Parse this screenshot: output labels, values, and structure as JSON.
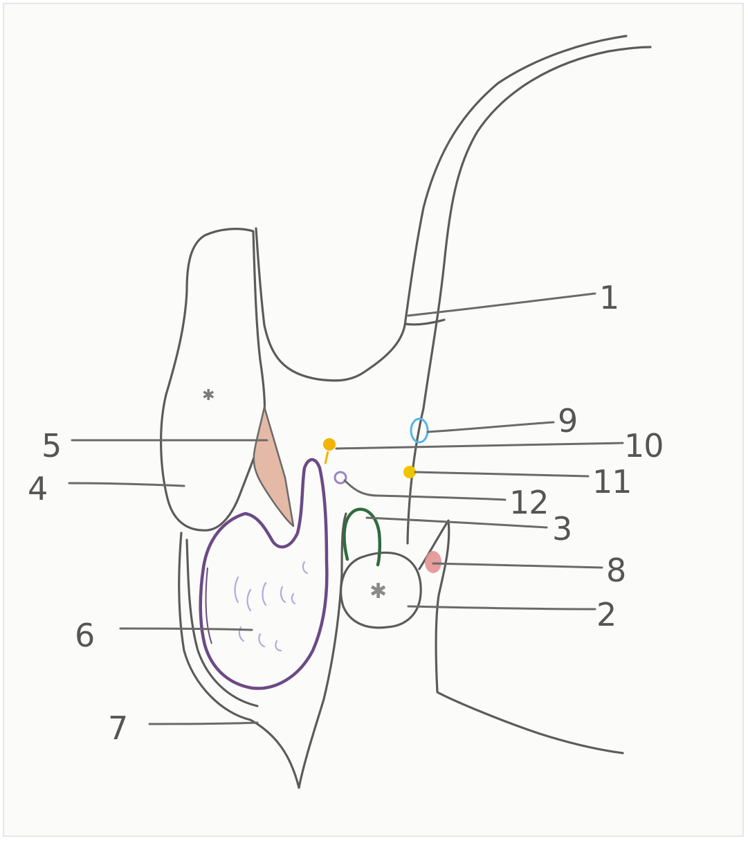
{
  "labels": {
    "l1": "1",
    "l2": "2",
    "l3": "3",
    "l4": "4",
    "l5": "5",
    "l6": "6",
    "l7": "7",
    "l8": "8",
    "l9": "9",
    "l10": "10",
    "l11": "11",
    "l12": "12"
  },
  "colors": {
    "pencil": "#5b5b5b",
    "structure_5_fill": "#e4b9a6",
    "structure_6_outline": "#6b4a86",
    "structure_6_marks": "#b7a6de",
    "structure_3_outline": "#2f6b3f",
    "structure_8_fill": "#e38c8c",
    "structure_9_outline": "#54b4e6",
    "structure_10_fill": "#f2b400",
    "structure_11_fill": "#f2c400",
    "structure_12_outline": "#9a82c8"
  }
}
